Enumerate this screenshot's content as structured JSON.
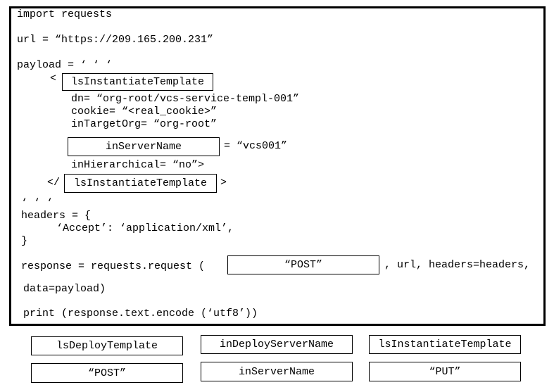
{
  "code": {
    "line_import": "import requests",
    "line_url": "url = “https://209.165.200.231”",
    "line_payload": "payload = ‘ ‘ ‘",
    "open_lt": "<",
    "blank1_value": "lsInstantiateTemplate",
    "line_dn": "dn= “org-root/vcs-service-templ-001”",
    "line_cookie": "cookie= “<real_cookie>”",
    "line_target": "inTargetOrg= “org-root”",
    "blank2_value": "inServerName",
    "line_blank2_suffix": "= “vcs001”",
    "line_hier": "inHierarchical= “no”>",
    "close_lt": "</",
    "blank3_value": "lsInstantiateTemplate",
    "close_gt": ">",
    "line_quotes": "‘ ‘ ‘",
    "line_headers": "headers = {",
    "line_accept": "‘Accept’: ‘application/xml’,",
    "line_brace": "}",
    "line_response_prefix": "response = requests.request (",
    "blank4_value": "“POST”",
    "line_response_suffix": ", url, headers=headers,",
    "line_data": "data=payload)",
    "line_print": "print (response.text.encode (‘utf8’))"
  },
  "options": [
    "lsDeployTemplate",
    "inDeployServerName",
    "lsInstantiateTemplate",
    "“POST”",
    "inServerName",
    "“PUT”"
  ]
}
